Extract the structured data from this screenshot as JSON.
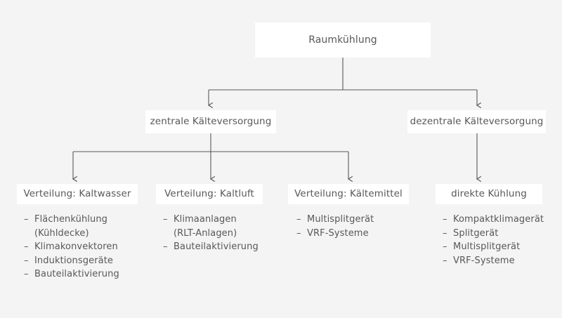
{
  "diagram": {
    "title_node": {
      "label": "Raumkühlung"
    },
    "level2": [
      {
        "label": "zentrale Kälteversorgung"
      },
      {
        "label": "dezentrale Kälteversorgung"
      }
    ],
    "columns": [
      {
        "heading": "Verteilung: Kaltwasser",
        "items": [
          "Flächenkühlung\n(Kühldecke)",
          "Klimakonvektoren",
          "Induktionsgeräte",
          "Bauteilaktivierung"
        ]
      },
      {
        "heading": "Verteilung: Kaltluft",
        "items": [
          "Klimaanlagen\n(RLT-Anlagen)",
          "Bauteilaktivierung"
        ]
      },
      {
        "heading": "Verteilung: Kältemittel",
        "items": [
          "Multisplitgerät",
          "VRF-Systeme"
        ]
      },
      {
        "heading": "direkte Kühlung",
        "items": [
          "Kompaktklimagerät",
          "Splitgerät",
          "Multisplitgerät",
          "VRF-Systeme"
        ]
      }
    ],
    "bullet_marker": "–",
    "colors": {
      "background": "#f4f4f4",
      "node_fill": "#ffffff",
      "text": "#58585a",
      "connector": "#58585a"
    }
  }
}
